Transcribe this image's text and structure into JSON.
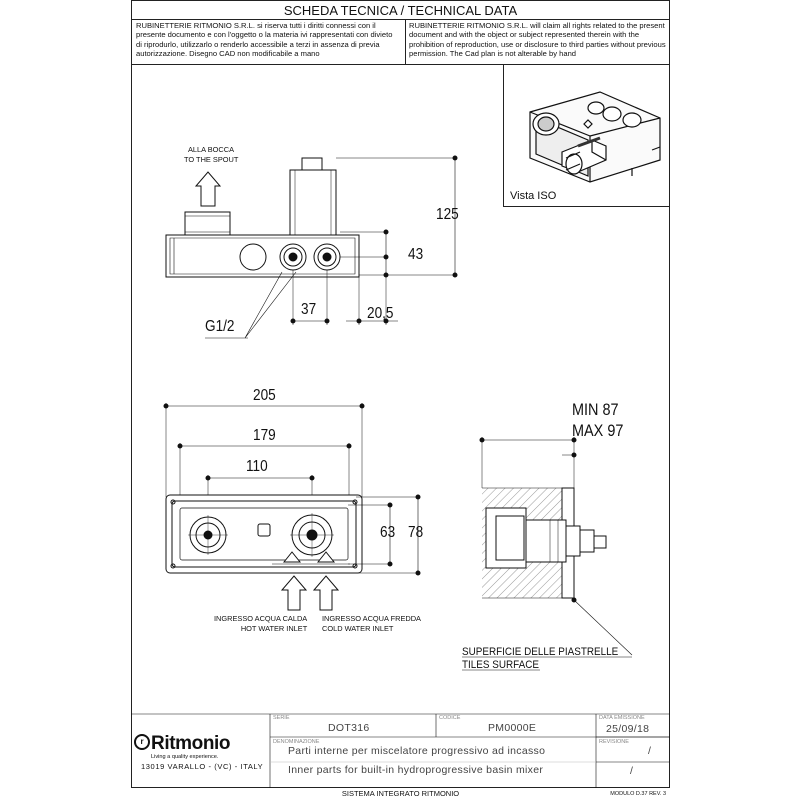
{
  "header": {
    "title": "SCHEDA TECNICA / TECHNICAL DATA",
    "notice_it": [
      "RUBINETTERIE RITMONIO S.R.L. si riserva tutti i diritti connessi con il",
      "presente documento e con l'oggetto o la materia ivi rappresentati con divieto",
      "di riprodurlo, utilizzarlo o renderlo accessibile a terzi in assenza di previa",
      "autorizzazione. Disegno CAD non modificabile a mano"
    ],
    "notice_en": [
      "RUBINETTERIE RITMONIO S.R.L. will claim all rights related to the present",
      "document and with the object or subject represented therein with the",
      "prohibition  of reproduction, use or disclosure to third parties without previous",
      "permission.  The Cad plan is not alterable by hand"
    ]
  },
  "side_view": {
    "spout_label": [
      "ALLA BOCCA",
      "TO THE SPOUT"
    ],
    "dim_height_total": "125",
    "dim_height_inlet": "43",
    "dim_spacing": "37",
    "dim_offset": "20,5",
    "thread_label": "G1/2"
  },
  "iso_view": {
    "label": "Vista ISO"
  },
  "front_view": {
    "dim_width_total": "205",
    "dim_width_mid": "179",
    "dim_width_inner": "110",
    "dim_height_inner": "63",
    "dim_height_outer": "78",
    "hot_inlet": [
      "INGRESSO ACQUA CALDA",
      "HOT WATER INLET"
    ],
    "cold_inlet": [
      "INGRESSO ACQUA FREDDA",
      "COLD WATER INLET"
    ]
  },
  "section_view": {
    "min_label": "MIN 87",
    "max_label": "MAX 97",
    "tiles_label": [
      "SUPERFICIE DELLE PIASTRELLE",
      "TILES SURFACE"
    ]
  },
  "title_block": {
    "brand": "Ritmonio",
    "brand_mark": "r",
    "tagline": "Living a quality experience.",
    "address": "13019 VARALLO - (VC) - ITALY",
    "serie_label": "SERIE",
    "serie_value": "DOT316",
    "codice_label": "CODICE",
    "codice_value": "PM0000E",
    "data_label": "DATA EMISSIONE",
    "data_value": "25/09/18",
    "revisione_label": "REVISIONE",
    "revisione_value": "/",
    "denominazione_label": "DENOMINAZIONE",
    "description_it": "Parti interne per miscelatore progressivo ad incasso",
    "description_en": "Inner parts for built-in hydroprogressive basin mixer",
    "last_value": "/"
  },
  "footer": {
    "system": "SISTEMA INTEGRATO RITMONIO",
    "module": "MODULO D.37 REV. 3"
  }
}
